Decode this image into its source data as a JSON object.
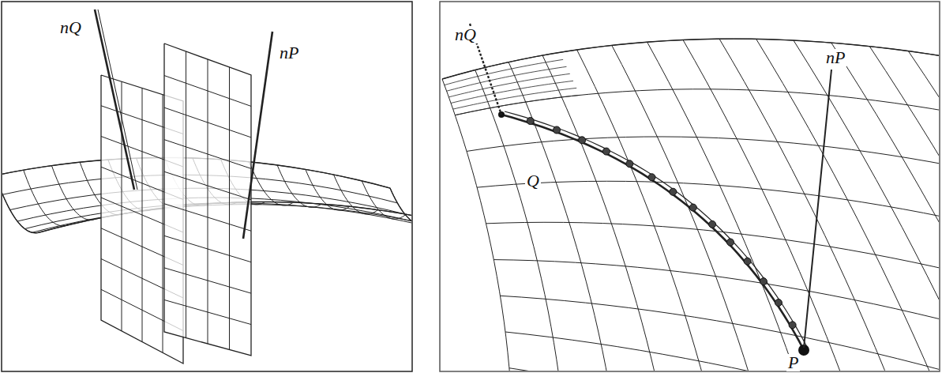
{
  "diagram": {
    "labels": [
      "nQ",
      "nP",
      "nQ",
      "nP",
      "Q",
      "P"
    ]
  }
}
